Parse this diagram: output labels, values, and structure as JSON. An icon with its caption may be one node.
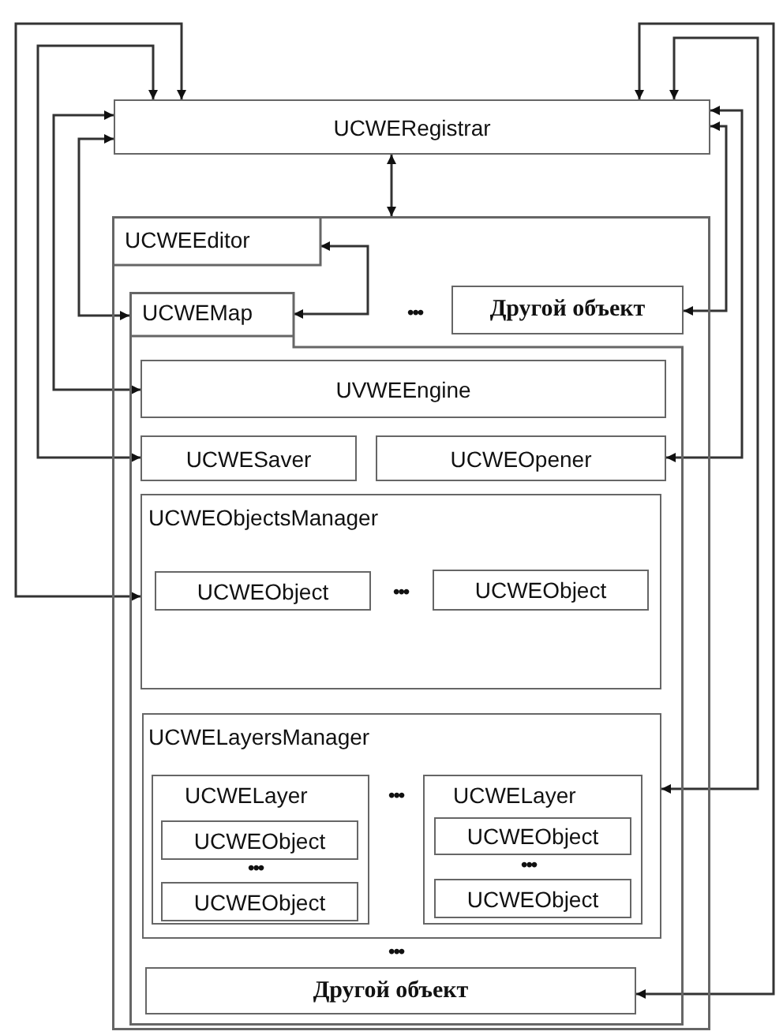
{
  "diagram": {
    "nodes": [
      {
        "text": [
          "UCWERegistrar"
        ]
      },
      {
        "text": [
          "UCWEEditor"
        ]
      },
      {
        "text": [
          "UCWEMap"
        ],
        "in": 1
      },
      {
        "text": [
          "Другой объект"
        ],
        "in": 1
      },
      {
        "text": [
          "UVWEEngine"
        ],
        "in": 2
      },
      {
        "text": [
          "UCWESaver"
        ],
        "in": 2
      },
      {
        "text": [
          "UCWEOpener"
        ],
        "in": 2
      },
      {
        "text": [
          "UCWEObjectsManager"
        ],
        "in": 2
      },
      {
        "text": [
          "UCWEObject"
        ],
        "in": 7
      },
      {
        "text": [
          "UCWEObject"
        ],
        "in": 7
      },
      {
        "text": [
          "UCWELayersManager"
        ],
        "in": 2
      },
      {
        "text": [
          "UCWELayer"
        ],
        "in": 10
      },
      {
        "text": [
          "UCWEObject"
        ],
        "in": 11
      },
      {
        "text": [
          "UCWEObject"
        ],
        "in": 11
      },
      {
        "text": [
          "UCWELayer"
        ],
        "in": 10
      },
      {
        "text": [
          "UCWEObject"
        ],
        "in": 14
      },
      {
        "text": [
          "UCWEObject"
        ],
        "in": 14
      },
      {
        "text": [
          "Другой объект"
        ],
        "in": 2
      }
    ],
    "edges": [
      {
        "from": 0,
        "to": 7,
        "arrow": "both"
      },
      {
        "from": 0,
        "to": 5,
        "arrow": "both"
      },
      {
        "from": 0,
        "to": 4,
        "arrow": "both"
      },
      {
        "from": 0,
        "to": 2,
        "arrow": "both"
      },
      {
        "from": 0,
        "to": 1,
        "arrow": "both"
      },
      {
        "from": 1,
        "to": 2,
        "arrow": "both"
      },
      {
        "from": 0,
        "to": 3,
        "arrow": "both"
      },
      {
        "from": 0,
        "to": 6,
        "arrow": "both"
      },
      {
        "from": 0,
        "to": 10,
        "arrow": "both"
      },
      {
        "from": 0,
        "to": 17,
        "arrow": "both"
      }
    ],
    "labels": [
      "•••",
      "•••",
      "•••",
      "•••",
      "•••",
      "•••"
    ]
  }
}
